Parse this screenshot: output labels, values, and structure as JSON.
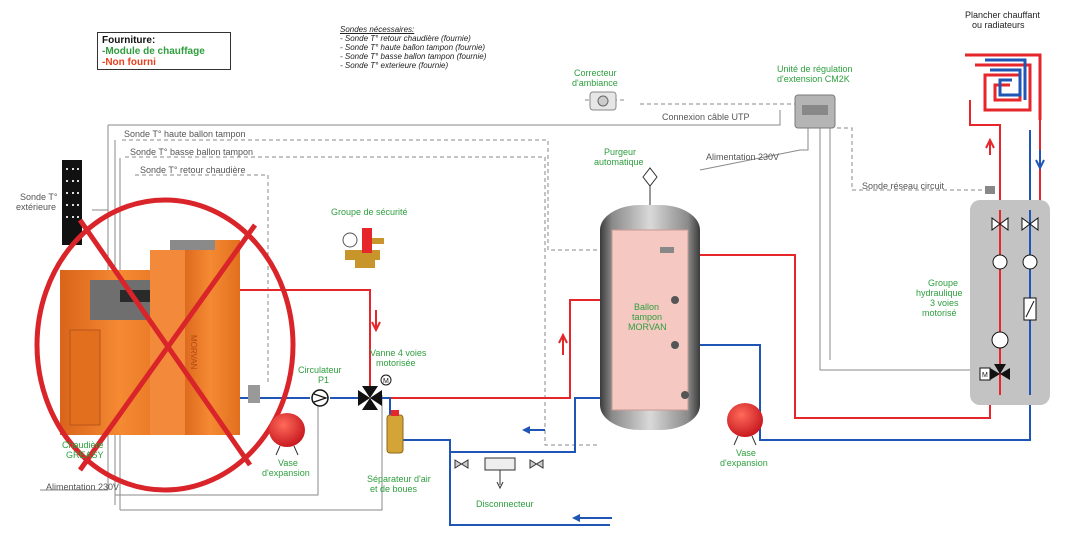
{
  "legend": {
    "title": "Fourniture:",
    "supplied": "-Module de chauffage",
    "not_supplied": "-Non fourni",
    "supplied_color": "#2e9e3e",
    "not_supplied_color": "#e8401f"
  },
  "sondes": {
    "title": "Sondes nécessaires:",
    "items": [
      "- Sonde T° retour chaudière (fournie)",
      "- Sonde T° haute ballon tampon (fournie)",
      "- Sonde T° basse ballon tampon (fournie)",
      "- Sonde T° exterieure (fournie)"
    ]
  },
  "labels": {
    "plancher": "Plancher chauffant",
    "radiateurs": "ou radiateurs",
    "correcteur1": "Correcteur",
    "correcteur2": "d'ambiance",
    "unite1": "Unité de régulation",
    "unite2": "d'extension CM2K",
    "utp": "Connexion câble UTP",
    "alim230_top": "Alimentation 230V",
    "sonde_haute": "Sonde T° haute ballon tampon",
    "sonde_basse": "Sonde T° basse  ballon tampon",
    "sonde_retour": "Sonde T° retour chaudière",
    "sonde_ext1": "Sonde T°",
    "sonde_ext2": "extérieure",
    "purgeur1": "Purgeur",
    "purgeur2": "automatique",
    "groupe_secu": "Groupe de sécurité",
    "sonde_reseau": "Sonde réseau circuit",
    "groupe_hydro1": "Groupe",
    "groupe_hydro2": "hydraulique",
    "groupe_hydro3": "3 voies",
    "groupe_hydro4": "motorisé",
    "ballon1": "Ballon",
    "ballon2": "tampon",
    "ballon3": "MORVAN",
    "circulateur1": "Circulateur",
    "circulateur2": "P1",
    "vanne1": "Vanne 4 voies",
    "vanne2": "motorisée",
    "chaudiere1": "Chaudière",
    "chaudiere2": "GREASY",
    "vase1_a": "Vase",
    "vase1_b": "d'expansion",
    "vase2_a": "Vase",
    "vase2_b": "d'expansion",
    "separateur1": "Séparateur d'air",
    "separateur2": "et de boues",
    "disconnecteur": "Disconnecteur",
    "alim230_bottom": "Alimentation 230V",
    "boiler_brand": "MORVAN"
  },
  "colors": {
    "hot": "#e5262b",
    "cold": "#1f55b5",
    "wire": "#8a8a8a",
    "boiler": "#f07a22",
    "cross": "#d9242a",
    "green_text": "#2e9e3e",
    "tank": "#f6c8c2"
  }
}
